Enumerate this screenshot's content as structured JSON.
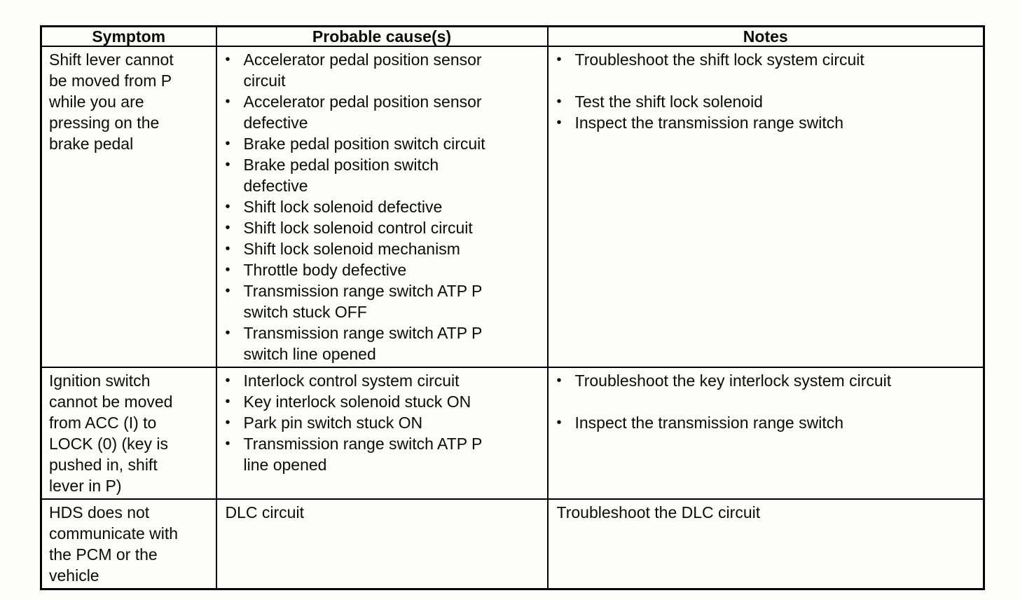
{
  "table": {
    "bullet_char": "•",
    "headers": [
      {
        "label": "Symptom"
      },
      {
        "label": "Probable cause(s)"
      },
      {
        "label": "Notes"
      }
    ],
    "rows": [
      {
        "symptom": "Shift lever cannot be moved from P while you are pressing on the brake pedal",
        "causes": {
          "bulleted": true,
          "items": [
            {
              "text": "Accelerator pedal position sensor circuit"
            },
            {
              "text": "Accelerator pedal position sensor defective"
            },
            {
              "text": "Brake pedal position switch circuit"
            },
            {
              "text": "Brake pedal position switch defective"
            },
            {
              "text": "Shift lock solenoid defective"
            },
            {
              "text": "Shift lock solenoid control circuit"
            },
            {
              "text": "Shift lock solenoid mechanism"
            },
            {
              "text": "Throttle body defective"
            },
            {
              "text": "Transmission range switch ATP P switch stuck OFF"
            },
            {
              "text": "Transmission range switch ATP P switch line opened"
            }
          ]
        },
        "notes": {
          "bulleted": true,
          "items": [
            {
              "text": "Troubleshoot the shift lock system circuit"
            },
            {
              "text": "Test the shift lock solenoid",
              "gap_before": true
            },
            {
              "text": "Inspect the transmission range switch"
            }
          ]
        }
      },
      {
        "symptom": "Ignition switch cannot be moved from ACC (I) to LOCK (0) (key is pushed in, shift lever in P)",
        "causes": {
          "bulleted": true,
          "items": [
            {
              "text": "Interlock control system circuit"
            },
            {
              "text": "Key interlock solenoid stuck ON"
            },
            {
              "text": "Park pin switch stuck ON"
            },
            {
              "text": "Transmission range switch ATP P line opened"
            }
          ]
        },
        "notes": {
          "bulleted": true,
          "items": [
            {
              "text": "Troubleshoot the key interlock system circuit"
            },
            {
              "text": "Inspect the transmission range switch",
              "gap_before": true
            }
          ]
        }
      },
      {
        "symptom": "HDS does not communicate with the PCM or the vehicle",
        "causes": {
          "bulleted": false,
          "items": [
            {
              "text": "DLC circuit"
            }
          ]
        },
        "notes": {
          "bulleted": false,
          "items": [
            {
              "text": "Troubleshoot the DLC circuit"
            }
          ]
        }
      }
    ]
  }
}
